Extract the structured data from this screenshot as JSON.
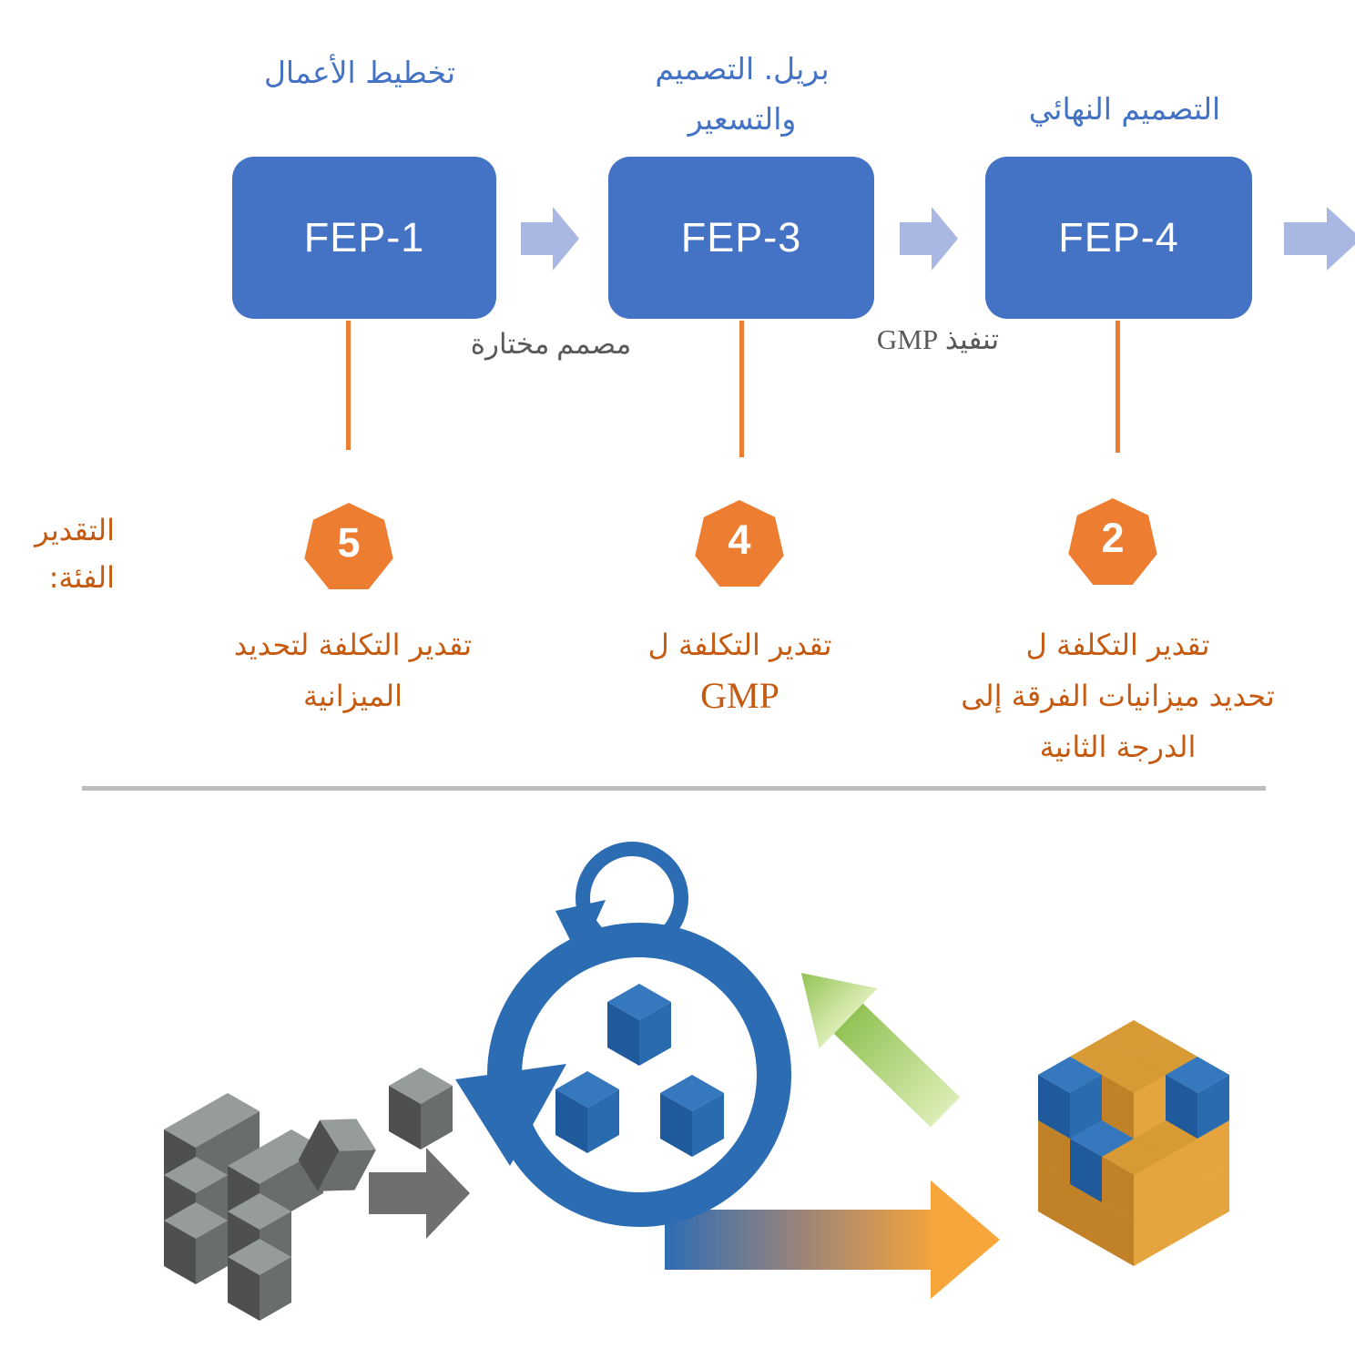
{
  "stages": [
    {
      "phase_label_lines": [
        "تخطيط الأعمال"
      ],
      "box_label": "FEP-1",
      "estimate_class": "5",
      "note_lines": [
        "تقدير التكلفة لتحديد",
        "الميزانية"
      ]
    },
    {
      "phase_label_lines": [
        "بريل. التصميم",
        "والتسعير"
      ],
      "box_label": "FEP-3",
      "estimate_class": "4",
      "note_lines": [
        "تقدير التكلفة ل",
        "GMP"
      ]
    },
    {
      "phase_label_lines": [
        "التصميم النهائي"
      ],
      "box_label": "FEP-4",
      "estimate_class": "2",
      "note_lines": [
        "تقدير التكلفة ل",
        "تحديد ميزانيات الفرقة إلى",
        "الدرجة الثانية"
      ]
    }
  ],
  "transitions": [
    {
      "label": "مصمم مختارة"
    },
    {
      "label": "تنفيذ GMP"
    }
  ],
  "estimate_axis_label_lines": [
    "التقدير",
    "الفئة:"
  ],
  "colors": {
    "stage_box_blue": "#4472C4",
    "flow_arrow_light_blue": "#A9B8E2",
    "phase_label_blue": "#4472C4",
    "estimate_shape_orange": "#ED7D31",
    "estimate_text_orange": "#C55A11",
    "transition_text_gray": "#595959",
    "divider_gray": "#BDBDBD",
    "cycle_blue": "#2B6CB3",
    "cube_orange": "#D79A35",
    "cube_gray": "#6A6D6E",
    "arrow_green": "#92C355"
  }
}
